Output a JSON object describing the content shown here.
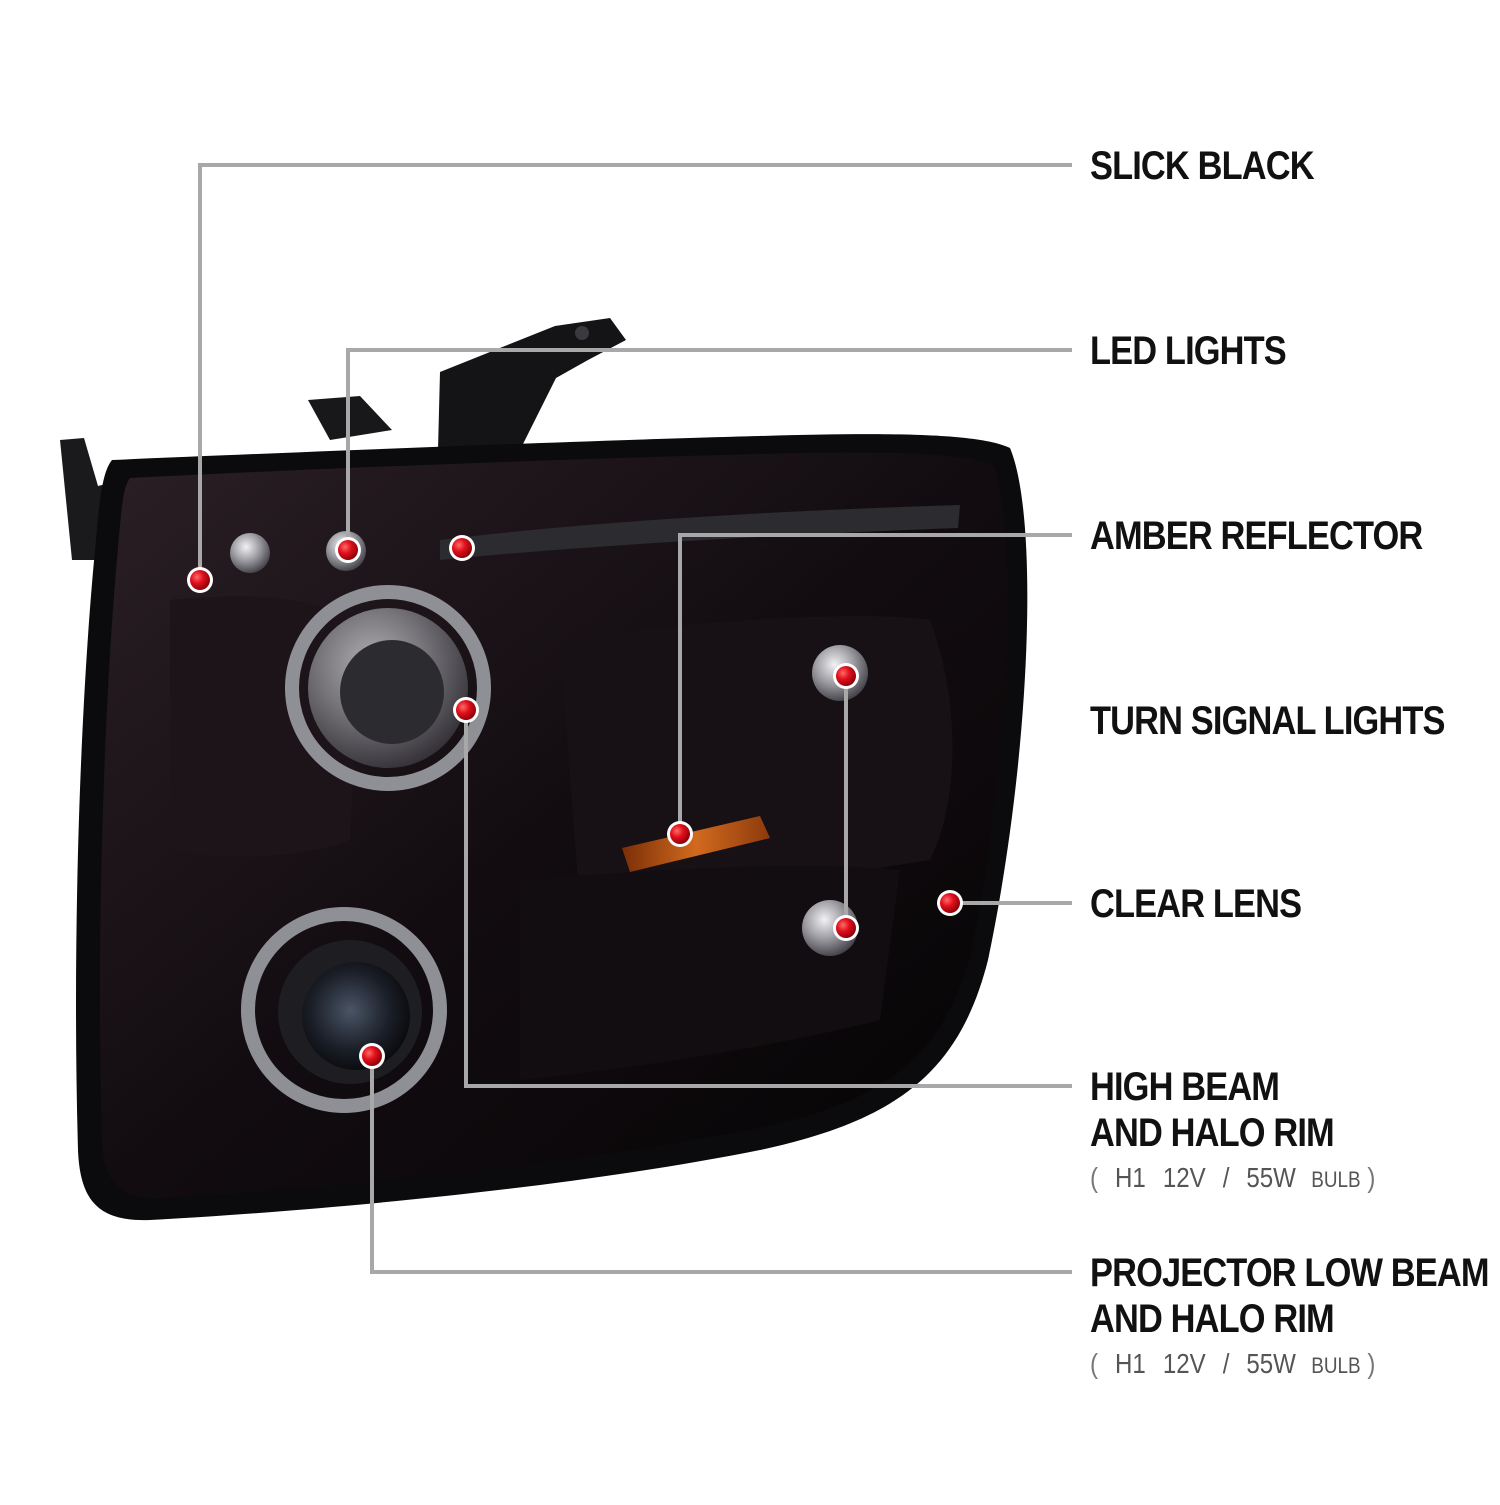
{
  "product": {
    "colors": {
      "housing": "#0b0b0d",
      "lens_tint": "#1a1216",
      "chrome": "#b9b9bd",
      "amber": "#c8601a",
      "marker": "#e0101c",
      "leader": "#a8a8a8"
    }
  },
  "callouts": [
    {
      "id": "slick-black",
      "lines": [
        "SLICK BLACK"
      ]
    },
    {
      "id": "led-lights",
      "lines": [
        "LED LIGHTS"
      ]
    },
    {
      "id": "amber-reflector",
      "lines": [
        "AMBER REFLECTOR"
      ]
    },
    {
      "id": "turn-signal-lights",
      "lines": [
        "TURN SIGNAL LIGHTS"
      ]
    },
    {
      "id": "clear-lens",
      "lines": [
        "CLEAR LENS"
      ]
    },
    {
      "id": "high-beam",
      "lines": [
        "HIGH BEAM",
        "AND HALO RIM"
      ],
      "spec": {
        "type": "H1",
        "voltage": "12V",
        "separator": "/",
        "wattage": "55W",
        "unit": "BULB",
        "open": "(",
        "close": ")"
      }
    },
    {
      "id": "projector-low-beam",
      "lines": [
        "PROJECTOR LOW BEAM",
        "AND HALO RIM"
      ],
      "spec": {
        "type": "H1",
        "voltage": "12V",
        "separator": "/",
        "wattage": "55W",
        "unit": "BULB",
        "open": "(",
        "close": ")"
      }
    }
  ]
}
